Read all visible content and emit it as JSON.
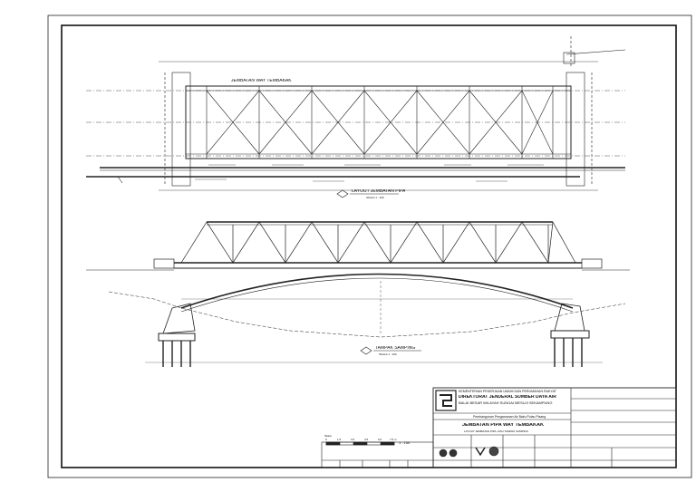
{
  "plan_view": {
    "bridge_label": "JEMBATAN WAY TEMBAKAK",
    "view_title": "LAYOUT JEMBATAN PIPA",
    "view_scale": "SKALA 1 : 100"
  },
  "elevation_view": {
    "view_title": "TAMPAK SAMPING",
    "view_scale": "SKALA 1 : 100"
  },
  "scale_bar": {
    "label": "Skala",
    "ticks": [
      "0",
      "1.5",
      "3.0",
      "4.5",
      "6.0",
      "7.5 m"
    ],
    "ratio": "1 : 150"
  },
  "title_block": {
    "ministry": "KEMENTERIAN PEKERJAAN UMUM DAN PERUMAHAN RAKYAT",
    "directorate": "DIREKTORAT JENDERAL SUMBER DAYA AIR",
    "balai": "BALAI BESAR WILAYAH SUNGAI MESUJI SEKAMPUNG",
    "project": "Pembangunan Pengamanan Air Baku Pulau Pisang",
    "drawing_title": "JEMBATAN PIPA WAY TEMBAKAK",
    "drawing_subtitle": "LAYOUT JEMBATAN PIPA, DAN TAMPAK SAMPING"
  },
  "colors": {
    "line": "#222222",
    "paper": "#ffffff",
    "frame": "#111111"
  }
}
